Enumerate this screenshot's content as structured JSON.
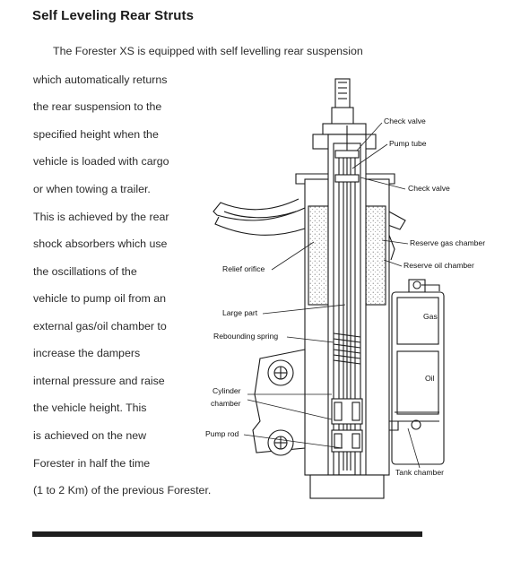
{
  "title": "Self Leveling Rear Struts",
  "intro": "The Forester XS is equipped with self levelling rear suspension",
  "lines": [
    "which automatically returns",
    "the rear suspension to the",
    "specified height when the",
    "vehicle is loaded with cargo",
    "or when towing a trailer.",
    "This is achieved by the rear",
    "shock absorbers which use",
    "the oscillations of the",
    "vehicle to pump oil from an",
    "external gas/oil chamber to",
    "increase the dampers",
    "internal pressure and raise",
    "the vehicle height. This",
    "is achieved on the new",
    "Forester in half the time",
    "(1 to 2 Km) of the previous Forester."
  ],
  "labels": {
    "check_valve_top": "Check valve",
    "pump_tube": "Pump tube",
    "check_valve_mid": "Check valve",
    "reserve_gas_chamber": "Reserve gas chamber",
    "reserve_oil_chamber": "Reserve oil chamber",
    "relief_orifice": "Relief orifice",
    "large_part": "Large part",
    "rebounding_spring": "Rebounding spring",
    "gas": "Gas",
    "oil": "Oil",
    "cylinder_line1": "Cylinder",
    "cylinder_line2": "chamber",
    "pump_rod": "Pump rod",
    "tank_chamber": "Tank chamber"
  }
}
